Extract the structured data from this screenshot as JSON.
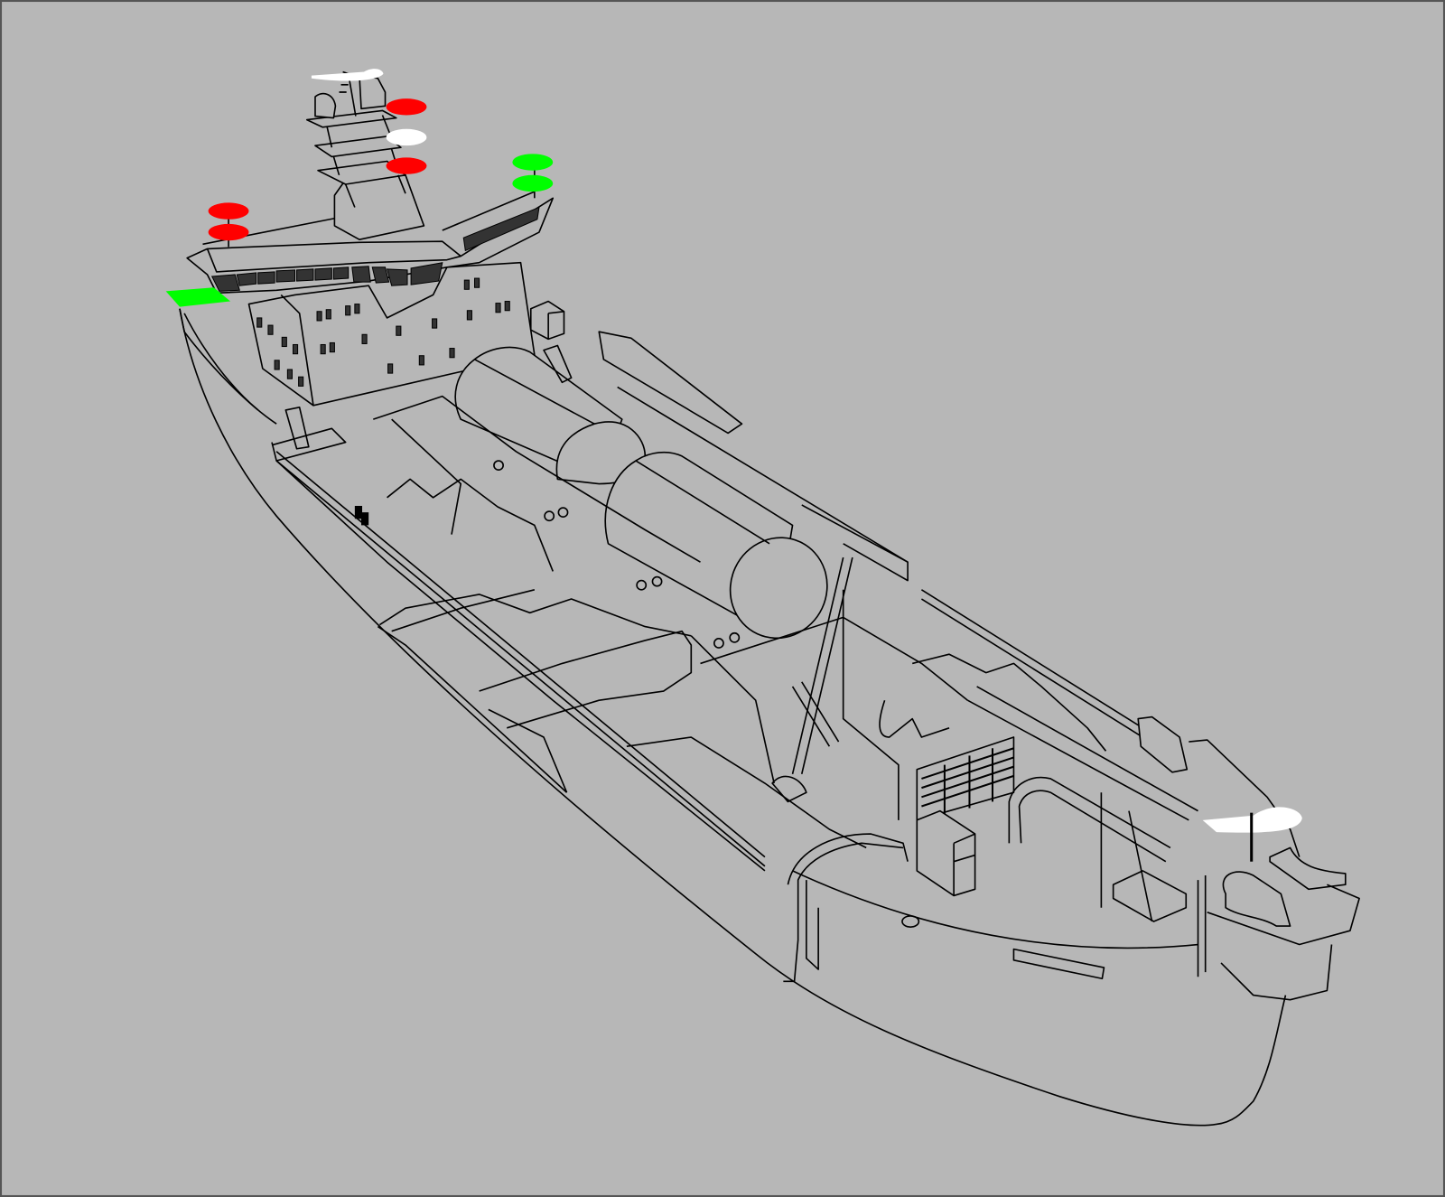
{
  "diagram": {
    "subject": "ship",
    "colors": {
      "background": "#b7b7b7",
      "frame": "#555555",
      "line": "#000000",
      "port_light": "#ff0000",
      "starboard_light": "#00ff00",
      "white_light": "#ffffff",
      "window": "#333333"
    },
    "lights": [
      {
        "name": "masthead-red-upper",
        "color": "port_light"
      },
      {
        "name": "masthead-white",
        "color": "white_light"
      },
      {
        "name": "masthead-red-lower",
        "color": "port_light"
      },
      {
        "name": "port-wing-red-upper",
        "color": "port_light"
      },
      {
        "name": "port-wing-red-lower",
        "color": "port_light"
      },
      {
        "name": "starboard-wing-green-upper",
        "color": "starboard_light"
      },
      {
        "name": "starboard-wing-green-lower",
        "color": "starboard_light"
      },
      {
        "name": "bow-green-sidelight",
        "color": "starboard_light"
      },
      {
        "name": "mast-top-white",
        "color": "white_light"
      },
      {
        "name": "stern-white",
        "color": "white_light"
      }
    ]
  }
}
